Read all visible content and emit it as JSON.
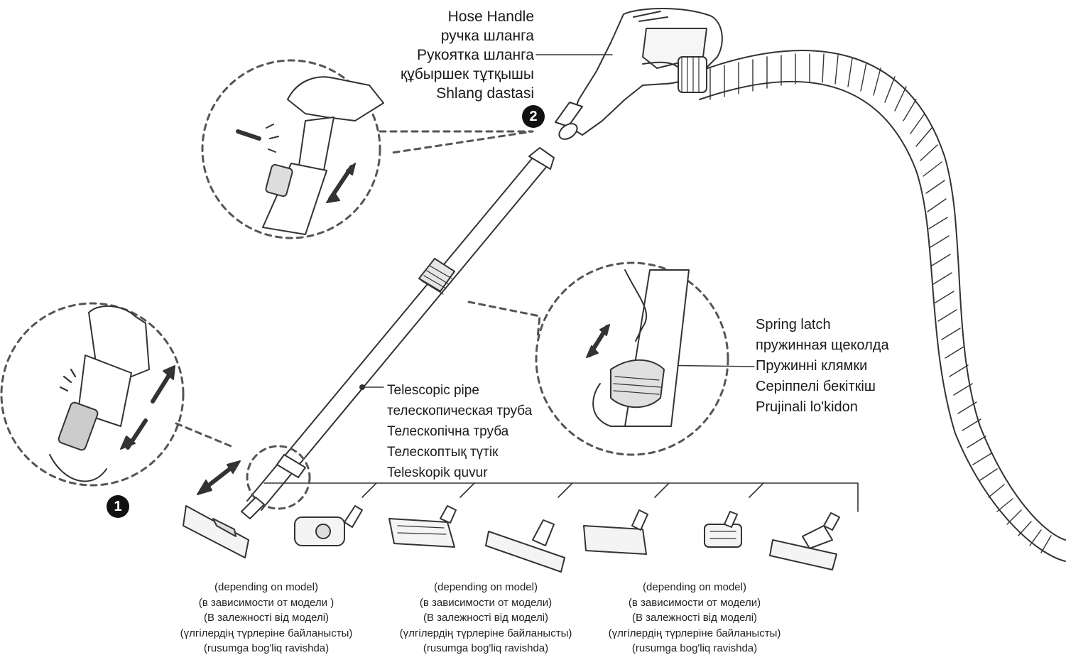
{
  "hose_handle": {
    "lines": [
      "Hose Handle",
      "ручка шланга",
      "Рукоятка шланга",
      "құбыршек тұтқышы",
      "Shlang dastasi"
    ]
  },
  "spring_latch": {
    "lines": [
      "Spring latch",
      "пружинная щеколда",
      "Пружинні клямки",
      "Серіппелі  бекіткіш",
      "Prujinali lo'kidon"
    ]
  },
  "telescopic_pipe": {
    "lines": [
      "Telescopic pipe",
      "телескопическая труба",
      "Телескопічна труба",
      "Телескоптық түтік",
      "Teleskopik quvur"
    ]
  },
  "model_notes": [
    [
      "(depending on model)",
      "(в зависимости от модели )",
      "(В залежності від моделі)",
      "(үлгілердің түрлеріне байланысты)",
      "(rusumga bog'liq ravishda)"
    ],
    [
      "(depending on model)",
      "(в зависимости от модели)",
      "(В залежності від моделі)",
      "(үлгілердің түрлеріне байланысты)",
      "(rusumga bog'liq ravishda)"
    ],
    [
      "(depending on model)",
      "(в зависимости от модели)",
      "(В залежності від моделі)",
      "(үлгілердің түрлеріне байланысты)",
      "(rusumga bog'liq ravishda)"
    ]
  ],
  "steps": {
    "one": "1",
    "two": "2"
  },
  "colors": {
    "line": "#333333",
    "fill_light": "#f2f2f2",
    "fill_mid": "#d9d9d9",
    "badge": "#111111"
  }
}
